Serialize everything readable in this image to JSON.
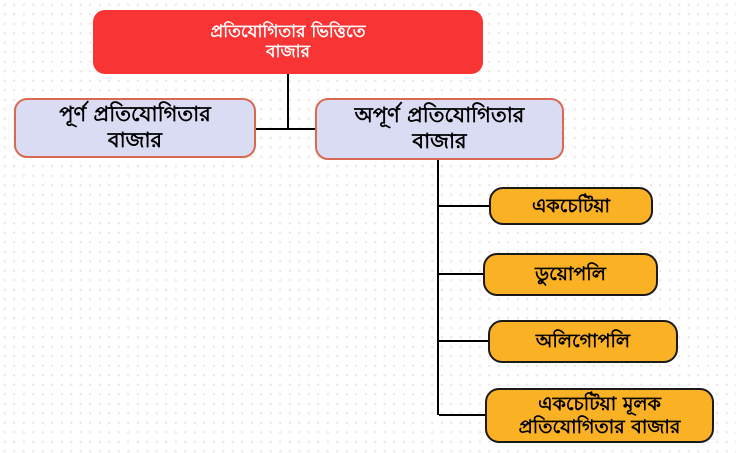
{
  "diagram": {
    "title_semantic": "market-classification-hierarchy",
    "nodes": {
      "root": {
        "line1": "প্রতিযোগিতার ভিত্তিতে",
        "line2": "বাজার"
      },
      "perfect": {
        "line1": "পূর্ণ প্রতিযোগিতার",
        "line2": "বাজার"
      },
      "imperfect": {
        "line1": "অপূর্ণ প্রতিযোগিতার",
        "line2": "বাজার"
      },
      "leaves": [
        {
          "label": "একচেটিয়া"
        },
        {
          "label": "ডুয়োপলি"
        },
        {
          "label": "অলিগোপলি"
        },
        {
          "line1": "একচেটিয়া মূলক",
          "line2": "প্রতিযোগিতার বাজার"
        }
      ]
    },
    "edges": [
      {
        "from": "root",
        "to": "perfect"
      },
      {
        "from": "root",
        "to": "imperfect"
      },
      {
        "from": "imperfect",
        "to": "leaf-0"
      },
      {
        "from": "imperfect",
        "to": "leaf-1"
      },
      {
        "from": "imperfect",
        "to": "leaf-2"
      },
      {
        "from": "imperfect",
        "to": "leaf-3"
      }
    ]
  },
  "colors": {
    "rootBg": "#f93434",
    "rootText": "#ffffff",
    "branchBg": "#d9dcf3",
    "branchBorder": "#d96a52",
    "leafBg": "#fbb124",
    "leafBorder": "#1a1a1a",
    "connector": "#000000",
    "canvasBg": "#ffffff",
    "dot": "#f0e9e7"
  }
}
